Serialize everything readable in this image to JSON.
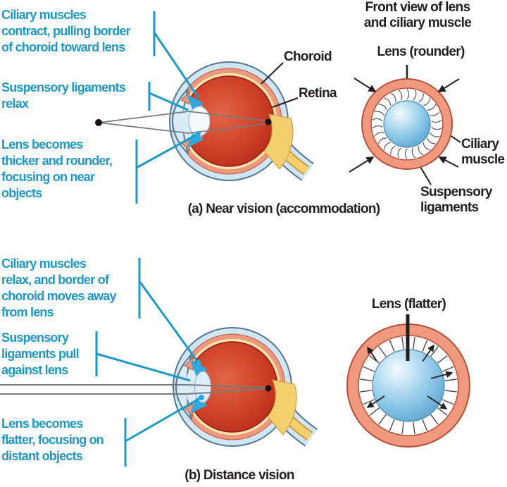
{
  "colors": {
    "annotation_text": "#1e97c9",
    "label_text": "#231f20",
    "leader_line": "#1e97c9",
    "ciliary_ring": "#f0997e",
    "lens_blue": "#7bbfe3",
    "eye_red": "#cc3f28",
    "sclera_blue": "#cfe6f4",
    "optic_nerve_yellow": "#f3cf6e"
  },
  "section_a": {
    "caption": "(a) Near vision (accommodation)",
    "annotations": [
      {
        "lines": [
          "Ciliary muscles",
          "contract, pulling border",
          "of choroid toward lens"
        ]
      },
      {
        "lines": [
          "Suspensory ligaments",
          "relax"
        ]
      },
      {
        "lines": [
          "Lens becomes",
          "thicker and rounder,",
          "focusing on near",
          "objects"
        ]
      }
    ],
    "eye_labels": {
      "choroid": "Choroid",
      "retina": "Retina"
    },
    "front_view": {
      "heading_lines": [
        "Front view of lens",
        "and ciliary muscle"
      ],
      "lens_label": "Lens (rounder)",
      "ciliary_label_lines": [
        "Ciliary",
        "muscle"
      ],
      "ligament_label_lines": [
        "Suspensory",
        "ligaments"
      ]
    }
  },
  "section_b": {
    "caption": "(b) Distance vision",
    "annotations": [
      {
        "lines": [
          "Ciliary muscles",
          "relax, and border of",
          "choroid moves away",
          "from lens"
        ]
      },
      {
        "lines": [
          "Suspensory",
          "ligaments pull",
          "against lens"
        ]
      },
      {
        "lines": [
          "Lens becomes",
          "flatter, focusing on",
          "distant objects"
        ]
      }
    ],
    "front_view": {
      "lens_label": "Lens (flatter)"
    }
  }
}
